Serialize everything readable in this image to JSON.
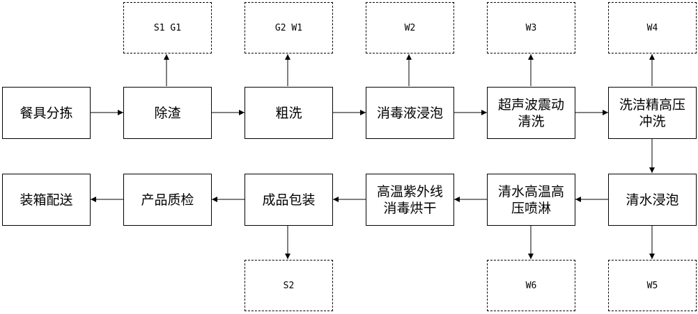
{
  "process_steps": [
    "餐具分拣",
    "除渣",
    "粗洗",
    "消毒液浸泡",
    "超声波震动清洗",
    "洗洁精高压冲洗",
    "清水浸泡",
    "清水高温高压喷淋",
    "高温紫外线消毒烘干",
    "成品包装",
    "产品质检",
    "装箱配送"
  ],
  "emission_outputs": [
    "S1 G1",
    "G2 W1",
    "W2",
    "W3",
    "W4",
    "W5",
    "W6",
    "S2"
  ]
}
